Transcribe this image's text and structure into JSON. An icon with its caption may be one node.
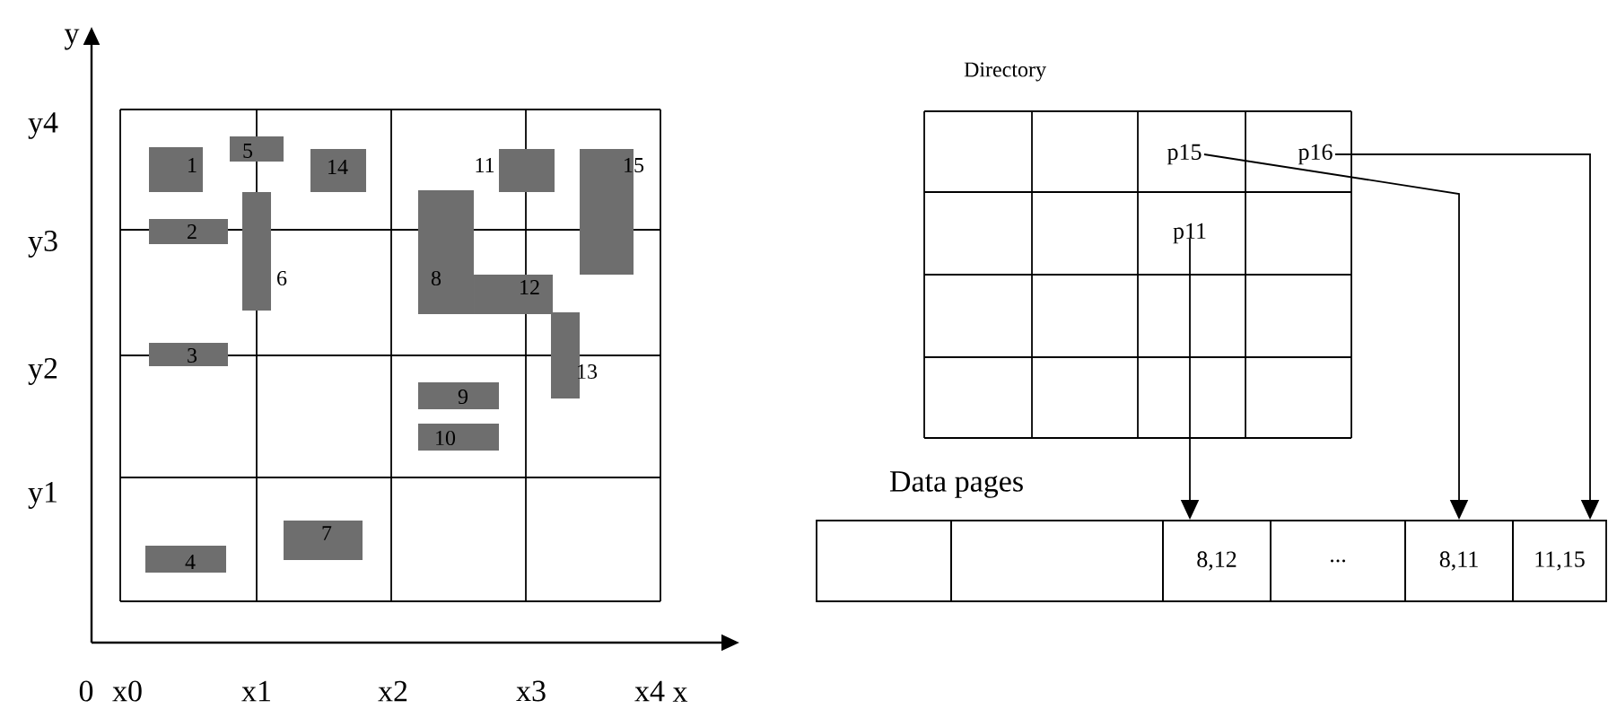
{
  "diagram": {
    "nodes": [
      {
        "text": [
          "1"
        ]
      },
      {
        "text": [
          "2"
        ]
      },
      {
        "text": [
          "3"
        ]
      },
      {
        "text": [
          "4"
        ]
      },
      {
        "text": [
          "5"
        ]
      },
      {
        "text": [
          "6"
        ]
      },
      {
        "text": [
          "7"
        ]
      },
      {
        "text": [
          "8"
        ]
      },
      {
        "text": [
          "9"
        ]
      },
      {
        "text": [
          "10"
        ]
      },
      {
        "text": [
          "11"
        ]
      },
      {
        "text": [
          "12"
        ]
      },
      {
        "text": [
          "13"
        ]
      },
      {
        "text": [
          "14"
        ]
      },
      {
        "text": [
          "15"
        ]
      },
      {
        "text": [
          "p15"
        ]
      },
      {
        "text": [
          "p16"
        ]
      },
      {
        "text": [
          "p11"
        ]
      },
      {
        "text": [],
        "shape": "box"
      },
      {
        "text": [],
        "shape": "box"
      },
      {
        "text": [
          "8,12"
        ]
      },
      {
        "text": [
          "..."
        ]
      },
      {
        "text": [
          "8,11"
        ]
      },
      {
        "text": [
          "11,15"
        ]
      }
    ],
    "edges": [
      {
        "from": 17,
        "to": 20,
        "arrow": "to"
      },
      {
        "from": 15,
        "to": 22,
        "arrow": "to"
      },
      {
        "from": 16,
        "to": 23,
        "arrow": "to"
      }
    ],
    "labels": [
      "y",
      "y4",
      "y3",
      "y2",
      "y1",
      "0",
      "x0",
      "x1",
      "x2",
      "x3",
      "x4",
      "x",
      "Directory",
      "Data pages"
    ]
  }
}
